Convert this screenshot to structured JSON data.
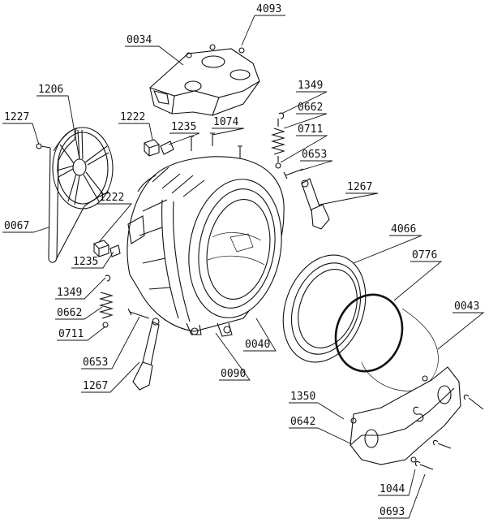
{
  "diagram": {
    "parts": [
      {
        "id": "p4093",
        "label": "4093",
        "name": "screws"
      },
      {
        "id": "p0034",
        "label": "0034",
        "name": "counterweight-top"
      },
      {
        "id": "p1206",
        "label": "1206",
        "name": "pulley"
      },
      {
        "id": "p1227",
        "label": "1227",
        "name": "pulley-bolt"
      },
      {
        "id": "p1222a",
        "label": "1222",
        "name": "damper-pad-top"
      },
      {
        "id": "p1235a",
        "label": "1235",
        "name": "damper-clip-top"
      },
      {
        "id": "p1074",
        "label": "1074",
        "name": "screws-top"
      },
      {
        "id": "p1349a",
        "label": "1349",
        "name": "spring-hook-top"
      },
      {
        "id": "p0662a",
        "label": "0662",
        "name": "spring-top"
      },
      {
        "id": "p0711a",
        "label": "0711",
        "name": "spring-washer-top"
      },
      {
        "id": "p0653a",
        "label": "0653",
        "name": "damper-pin-top"
      },
      {
        "id": "p1267a",
        "label": "1267",
        "name": "shock-absorber-top"
      },
      {
        "id": "p0067",
        "label": "0067",
        "name": "drive-belt"
      },
      {
        "id": "p1222b",
        "label": "1222",
        "name": "damper-pad-bottom"
      },
      {
        "id": "p1235b",
        "label": "1235",
        "name": "damper-clip-bottom"
      },
      {
        "id": "p1349b",
        "label": "1349",
        "name": "spring-hook-bottom"
      },
      {
        "id": "p0662b",
        "label": "0662",
        "name": "spring-bottom"
      },
      {
        "id": "p0711b",
        "label": "0711",
        "name": "spring-washer-bottom"
      },
      {
        "id": "p0653b",
        "label": "0653",
        "name": "damper-pin-bottom"
      },
      {
        "id": "p1267b",
        "label": "1267",
        "name": "shock-absorber-bottom"
      },
      {
        "id": "p0040",
        "label": "0040",
        "name": "drum"
      },
      {
        "id": "p0090",
        "label": "0090",
        "name": "tub"
      },
      {
        "id": "p4066",
        "label": "4066",
        "name": "door-seal"
      },
      {
        "id": "p0776",
        "label": "0776",
        "name": "seal-clamp-ring"
      },
      {
        "id": "p0043",
        "label": "0043",
        "name": "wire"
      },
      {
        "id": "p1350",
        "label": "1350",
        "name": "washer"
      },
      {
        "id": "p0642",
        "label": "0642",
        "name": "counterweight-front"
      },
      {
        "id": "p1044",
        "label": "1044",
        "name": "washer-small"
      },
      {
        "id": "p0693",
        "label": "0693",
        "name": "bolt"
      }
    ]
  }
}
